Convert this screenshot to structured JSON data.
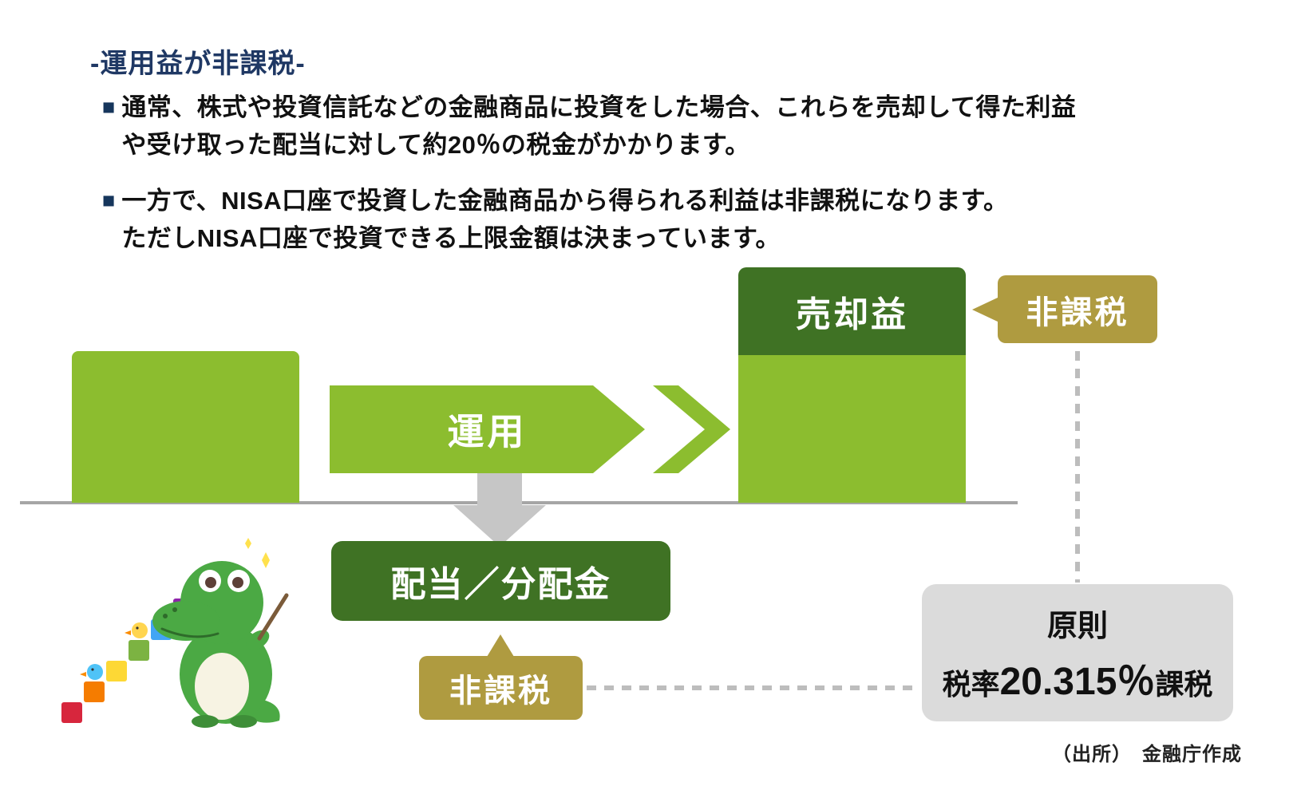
{
  "header": {
    "title": "-運用益が非課税-",
    "bullet_marker": "■",
    "bullets": [
      "通常、株式や投資信託などの金融商品に投資をした場合、これらを売却して得た利益\nや受け取った配当に対して約20％の税金がかかります。",
      "一方で、NISA口座で投資した金融商品から得られる利益は非課税になります。\nただしNISA口座で投資できる上限金額は決まっています。"
    ]
  },
  "diagram": {
    "operation_arrow_label": "運用",
    "capital_gain_label": "売却益",
    "tax_free_badge_top": "非課税",
    "dividend_label": "配当／分配金",
    "tax_free_badge_bottom": "非課税",
    "principle_box": {
      "line1": "原則",
      "rate_prefix": "税率",
      "rate_value": "20.315％",
      "rate_suffix": "課税"
    }
  },
  "footer": {
    "source": "（出所）　金融庁作成"
  },
  "colors": {
    "light_green": "#8CBD2F",
    "dark_green": "#3F7224",
    "gold": "#AF9B40",
    "gray_box": "#DBDBDB",
    "gray_arrow": "#C6C6C6",
    "baseline_gray": "#A6A6A6",
    "title_navy": "#1F3864"
  }
}
